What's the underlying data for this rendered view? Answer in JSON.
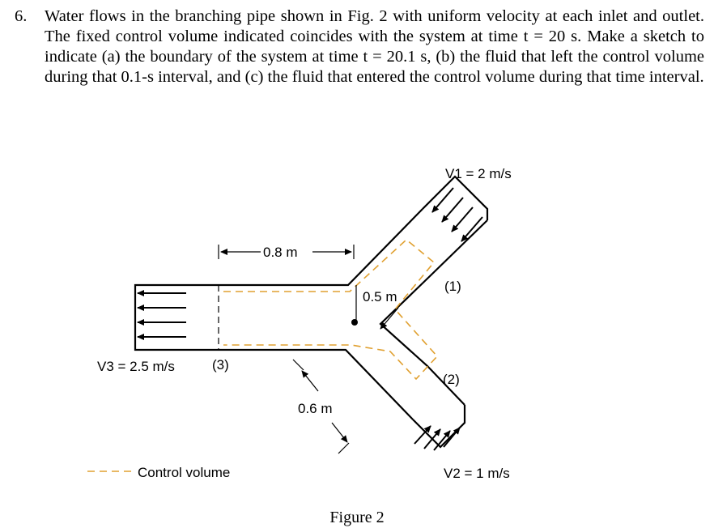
{
  "problem": {
    "number": "6.",
    "text": "Water flows in the branching pipe shown in Fig. 2 with uniform velocity at each inlet and outlet. The fixed control volume indicated coincides with the system at time t = 20 s. Make a sketch to indicate (a) the boundary of the system at time t = 20.1 s, (b) the fluid that left the control volume during that 0.1-s interval, and (c) the fluid that entered the control volume during that time interval."
  },
  "figure": {
    "v1_label": "V1 = 2 m/s",
    "v2_label": "V2 = 1 m/s",
    "v3_label": "V3 = 2.5 m/s",
    "section1": "(1)",
    "section2": "(2)",
    "section3": "(3)",
    "dim_08": "0.8 m",
    "dim_05": "0.5 m",
    "dim_06": "0.6 m",
    "legend": "Control volume",
    "caption": "Figure 2"
  },
  "colors": {
    "control_volume": "#e0a030",
    "lines": "#000000"
  }
}
